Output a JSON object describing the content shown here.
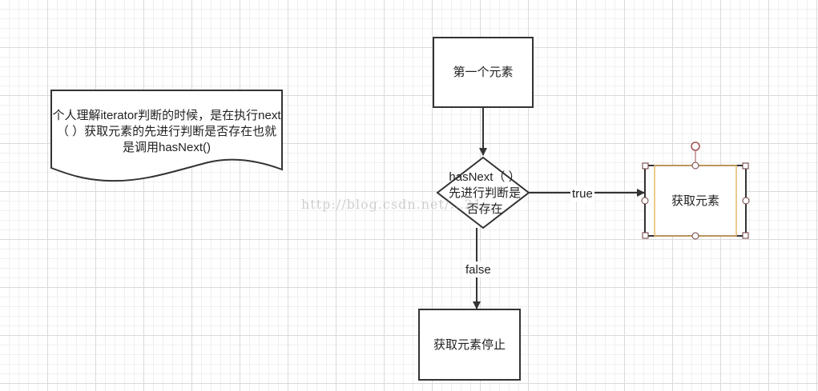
{
  "diagram": {
    "note": {
      "text": "个人理解iterator判断的时候，是在执行next（ ）获取元素的先进行判断是否存在也就是调用hasNext()"
    },
    "nodes": {
      "start": {
        "text": "第一个元素"
      },
      "decision": {
        "text": "hasNext（ ）先进行判断是否存在"
      },
      "get": {
        "text": "获取元素"
      },
      "stop": {
        "text": "获取元素停止"
      }
    },
    "edges": {
      "true_label": "true",
      "false_label": "false"
    },
    "selection_color": "#e8b86a",
    "stroke_color": "#333333"
  },
  "watermark": {
    "text": "http://blog.csdn.net/...21"
  }
}
